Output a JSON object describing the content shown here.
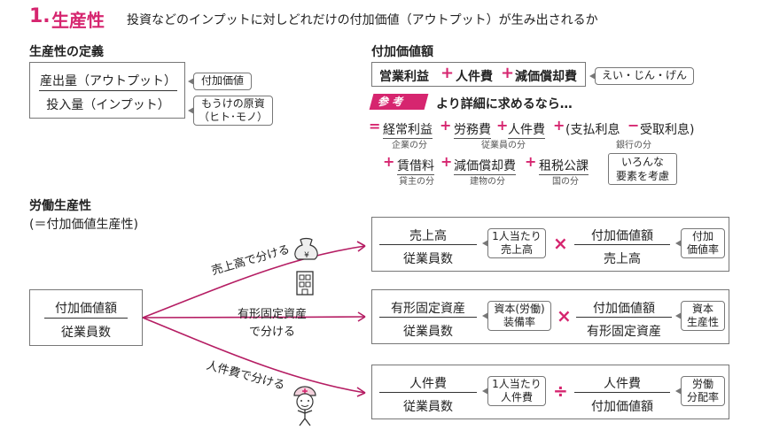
{
  "header": {
    "number": "1.",
    "title": "生産性",
    "subtitle": "投資などのインプットに対しどれだけの付加価値（アウトプット）が生み出されるか"
  },
  "definition": {
    "heading": "生産性の定義",
    "numerator": "産出量（アウトプット）",
    "denominator": "投入量（インプット）",
    "note_top": "付加価値",
    "note_bottom_1": "もうけの原資",
    "note_bottom_2": "（ヒト･モノ）"
  },
  "value_added": {
    "heading": "付加価値額",
    "formula": [
      "営業利益",
      "+",
      "人件費",
      "+",
      "減価償却費"
    ],
    "mnemonic": "えい・じん・げん",
    "ref_label": "参 考",
    "ref_text": "より詳細に求めるなら…",
    "row1": {
      "eq": "=",
      "t1": "経常利益",
      "t1_sub": "企業の分",
      "p1": "+",
      "t2": "労務費",
      "p2": "+",
      "t3": "人件費",
      "t23_sub": "従業員の分",
      "p3": "+",
      "t4": "(支払利息",
      "m": "−",
      "t5": "受取利息)",
      "t45_sub": "銀行の分"
    },
    "row2": {
      "p1": "+",
      "t1": "賃借料",
      "t1_sub": "貸主の分",
      "p2": "+",
      "t2": "減価償却費",
      "t2_sub": "建物の分",
      "p3": "+",
      "t3": "租税公課",
      "t3_sub": "国の分",
      "note1": "いろんな",
      "note2": "要素を考慮"
    }
  },
  "labor": {
    "heading": "労働生産性",
    "subheading": "(＝付加価値生産性)",
    "root_top": "付加価値額",
    "root_bottom": "従業員数",
    "branch1_label": "売上高で分ける",
    "branch2_label_1": "有形固定資産",
    "branch2_label_2": "で分ける",
    "branch3_label": "人件費で分ける",
    "row1": {
      "a_top": "売上高",
      "a_bot": "従業員数",
      "note_a_1": "1人当たり",
      "note_a_2": "売上高",
      "op": "×",
      "b_top": "付加価値額",
      "b_bot": "売上高",
      "note_b_1": "付加",
      "note_b_2": "価値率"
    },
    "row2": {
      "a_top": "有形固定資産",
      "a_bot": "従業員数",
      "note_a_1": "資本(労働)",
      "note_a_2": "装備率",
      "op": "×",
      "b_top": "付加価値額",
      "b_bot": "有形固定資産",
      "note_b_1": "資本",
      "note_b_2": "生産性"
    },
    "row3": {
      "a_top": "人件費",
      "a_bot": "従業員数",
      "note_a_1": "1人当たり",
      "note_a_2": "人件費",
      "op": "÷",
      "b_top": "人件費",
      "b_bot": "付加価値額",
      "note_b_1": "労働",
      "note_b_2": "分配率"
    }
  },
  "colors": {
    "accent": "#d6256f",
    "border": "#777777"
  },
  "icons": [
    "yen-money-bag-icon",
    "office-building-icon",
    "worker-person-icon"
  ]
}
